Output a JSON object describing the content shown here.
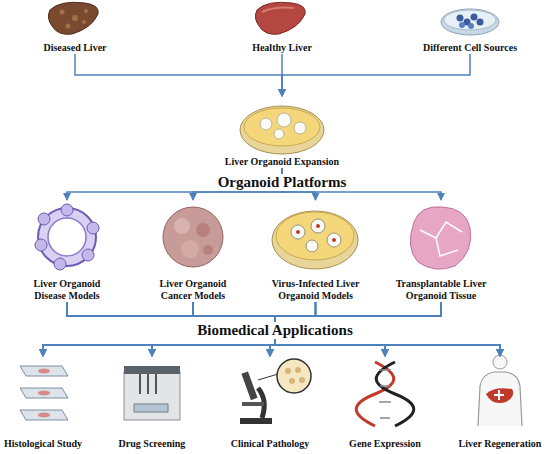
{
  "diagram": {
    "nodes": [
      {
        "text": [
          "Diseased Liver"
        ]
      },
      {
        "text": [
          "Healthy Liver"
        ]
      },
      {
        "text": [
          "Different Cell Sources"
        ]
      },
      {
        "text": [
          "Liver Organoid Expansion"
        ]
      },
      {
        "text": [
          "Liver Organoid Disease Models"
        ]
      },
      {
        "text": [
          "Liver Organoid Cancer Models"
        ]
      },
      {
        "text": [
          "Virus-Infected Liver Organoid Models"
        ]
      },
      {
        "text": [
          "Transplantable Liver Organoid Tissue"
        ]
      },
      {
        "text": [
          "Histological Study"
        ]
      },
      {
        "text": [
          "Drug Screening"
        ]
      },
      {
        "text": [
          "Clinical Pathology"
        ]
      },
      {
        "text": [
          "Gene Expression"
        ]
      },
      {
        "text": [
          "Liver Regeneration"
        ]
      }
    ],
    "edges": [
      {
        "from": 0,
        "to": 3,
        "arrow": "to"
      },
      {
        "from": 1,
        "to": 3,
        "arrow": "to"
      },
      {
        "from": 2,
        "to": 3,
        "arrow": "to"
      },
      {
        "from": 3,
        "to": 4,
        "arrow": "to"
      },
      {
        "from": 3,
        "to": 5,
        "arrow": "to"
      },
      {
        "from": 3,
        "to": 6,
        "arrow": "to"
      },
      {
        "from": 3,
        "to": 7,
        "arrow": "to"
      },
      {
        "from": 4,
        "to": 8,
        "arrow": "to"
      },
      {
        "from": 4,
        "to": 9,
        "arrow": "to"
      },
      {
        "from": 4,
        "to": 10,
        "arrow": "to"
      },
      {
        "from": 4,
        "to": 11,
        "arrow": "to"
      },
      {
        "from": 4,
        "to": 12,
        "arrow": "to"
      },
      {
        "from": 5,
        "to": 8,
        "arrow": "to"
      },
      {
        "from": 5,
        "to": 9,
        "arrow": "to"
      },
      {
        "from": 5,
        "to": 10,
        "arrow": "to"
      },
      {
        "from": 5,
        "to": 11,
        "arrow": "to"
      },
      {
        "from": 5,
        "to": 12,
        "arrow": "to"
      },
      {
        "from": 6,
        "to": 8,
        "arrow": "to"
      },
      {
        "from": 6,
        "to": 9,
        "arrow": "to"
      },
      {
        "from": 6,
        "to": 10,
        "arrow": "to"
      },
      {
        "from": 6,
        "to": 11,
        "arrow": "to"
      },
      {
        "from": 6,
        "to": 12,
        "arrow": "to"
      },
      {
        "from": 7,
        "to": 8,
        "arrow": "to"
      },
      {
        "from": 7,
        "to": 9,
        "arrow": "to"
      },
      {
        "from": 7,
        "to": 10,
        "arrow": "to"
      },
      {
        "from": 7,
        "to": 11,
        "arrow": "to"
      },
      {
        "from": 7,
        "to": 12,
        "arrow": "to"
      }
    ],
    "labels": [
      "Organoid Platforms",
      "Biomedical Applications"
    ]
  }
}
